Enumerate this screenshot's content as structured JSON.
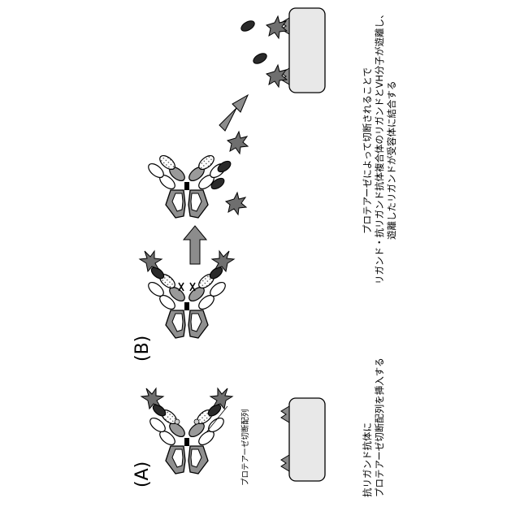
{
  "panels": {
    "a": {
      "letter": "(A)"
    },
    "b": {
      "letter": "(B)"
    }
  },
  "labels": {
    "cleavage_site": "プロテアーゼ切断配列",
    "caption_a_line1": "抗リガンド抗体に",
    "caption_a_line2": "プロテアーゼ切断配列を挿入する",
    "caption_b_line1": "プロテアーゼによって切断されることで",
    "caption_b_line2": "リガンド・抗リガンド抗体複合体のリガンドとVH分子が遊離し、",
    "caption_b_line3": "遊離したリガンドが受容体に結合する"
  },
  "colors": {
    "ligand": "#6f6f6f",
    "vh_dark": "#2a2a2a",
    "domain_light": "#e6e6e6",
    "domain_mid": "#9a9a9a",
    "arrow": "#8c8c8c",
    "cell": "#e8e8e8",
    "stroke": "#000000"
  }
}
